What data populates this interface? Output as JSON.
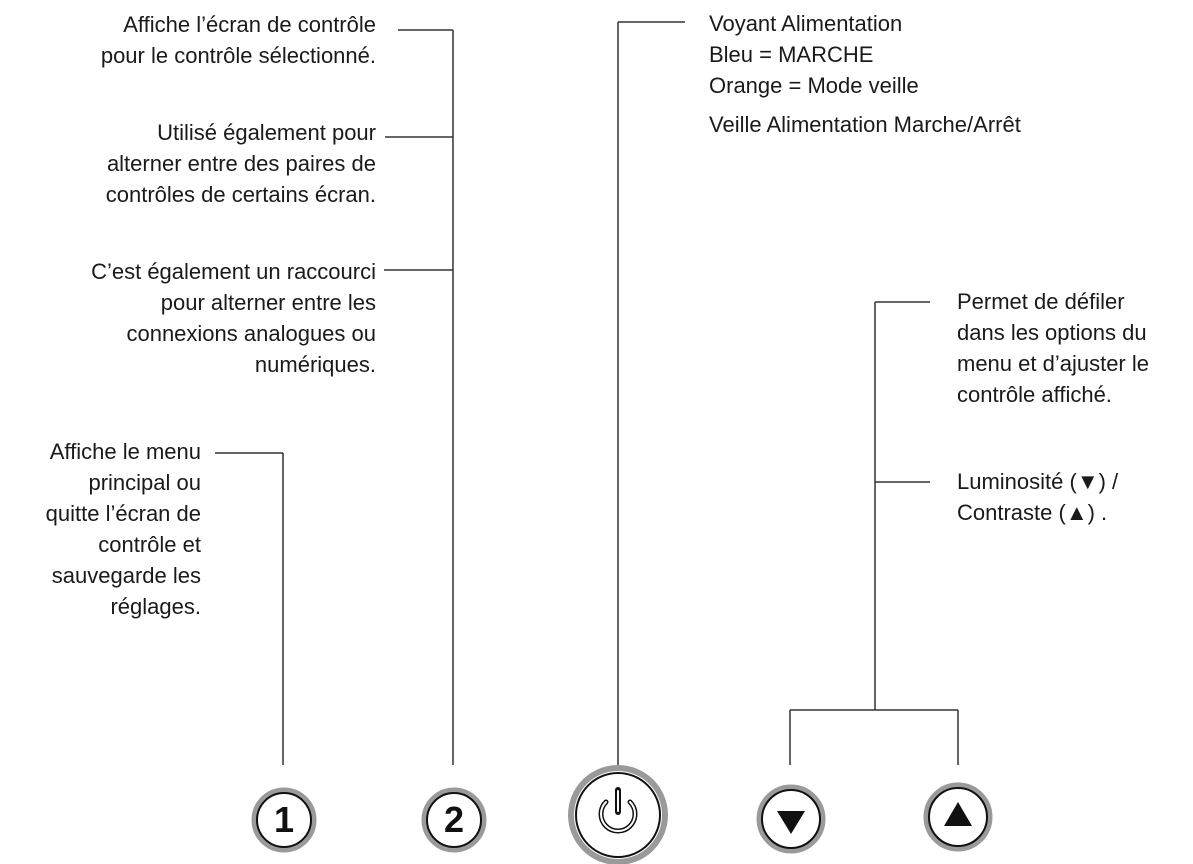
{
  "callouts": {
    "button2_line1": "Affiche l’écran de contrôle",
    "button2_line2": "pour le contrôle sélectionné.",
    "button2_alt_line1": "Utilisé également pour",
    "button2_alt_line2": "alterner entre des paires de",
    "button2_alt_line3": "contrôles de certains écran.",
    "button2_shortcut_line1": "C’est également un raccourci",
    "button2_shortcut_line2": "pour alterner entre les",
    "button2_shortcut_line3": "connexions analogues ou",
    "button2_shortcut_line4": "numériques.",
    "button1_line1": "Affiche le menu",
    "button1_line2": "principal ou",
    "button1_line3": "quitte l’écran de",
    "button1_line4": "contrôle et",
    "button1_line5": "sauvegarde les",
    "button1_line6": "réglages.",
    "power_line1": "Voyant Alimentation",
    "power_line2": "Bleu = MARCHE",
    "power_line3": "Orange = Mode veille",
    "power_line4": "Veille Alimentation Marche/Arrêt",
    "arrows_line1": "Permet de défiler",
    "arrows_line2": "dans les options du",
    "arrows_line3": "menu et d’ajuster le",
    "arrows_line4": "contrôle affiché.",
    "arrows_line5": "Luminosité (▼) /",
    "arrows_line6": "Contraste  (▲) ."
  },
  "buttons": {
    "one_label": "1",
    "two_label": "2",
    "down_symbol": "▼",
    "up_symbol": "▲"
  },
  "colors": {
    "line": "#333333",
    "button_rim": "#9a9a9a",
    "glyph": "#111111"
  }
}
